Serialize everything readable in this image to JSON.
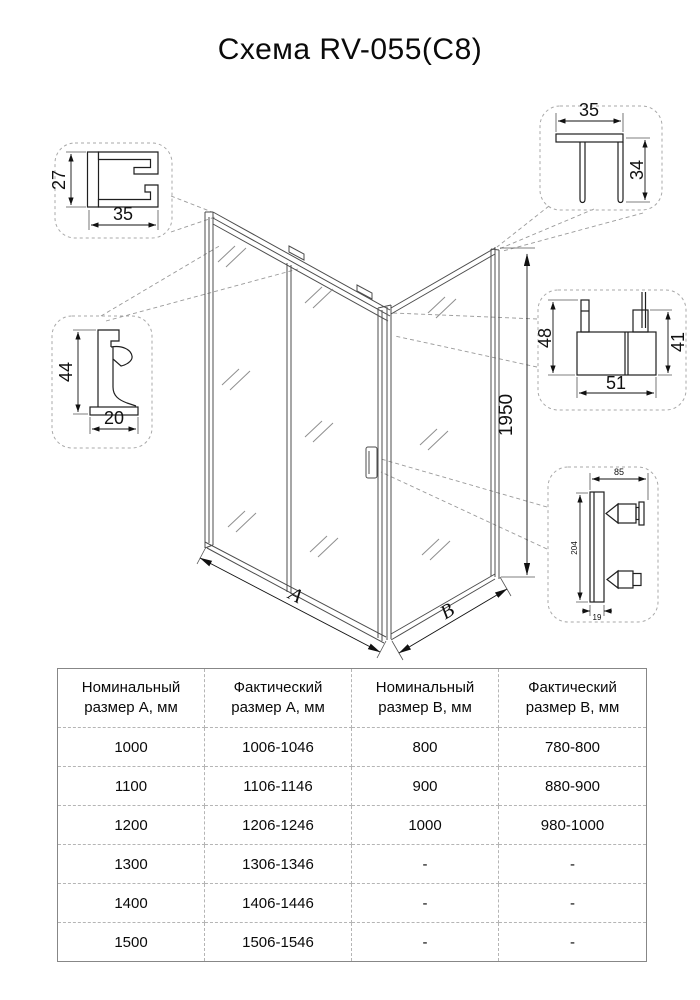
{
  "title": "Схема RV-055(C8)",
  "diagram": {
    "height": "1950",
    "width_label": "A",
    "depth_label": "B",
    "callouts": {
      "wall_profile": {
        "height": "27",
        "width": "35"
      },
      "bottom_hook_profile": {
        "height": "44",
        "width": "20"
      },
      "top_rail_profile": {
        "width": "35",
        "height": "34"
      },
      "corner_profile": {
        "height_left": "48",
        "height_right": "41",
        "width": "51"
      },
      "handle": {
        "width": "85",
        "height": "204",
        "depth": "19"
      }
    }
  },
  "table": {
    "headers": [
      "Номинальный\nразмер А, мм",
      "Фактический\nразмер А, мм",
      "Номинальный\nразмер В, мм",
      "Фактический\nразмер В, мм"
    ],
    "rows": [
      [
        "1000",
        "1006-1046",
        "800",
        "780-800"
      ],
      [
        "1100",
        "1106-1146",
        "900",
        "880-900"
      ],
      [
        "1200",
        "1206-1246",
        "1000",
        "980-1000"
      ],
      [
        "1300",
        "1306-1346",
        "-",
        "-"
      ],
      [
        "1400",
        "1406-1446",
        "-",
        "-"
      ],
      [
        "1500",
        "1506-1546",
        "-",
        "-"
      ]
    ]
  }
}
